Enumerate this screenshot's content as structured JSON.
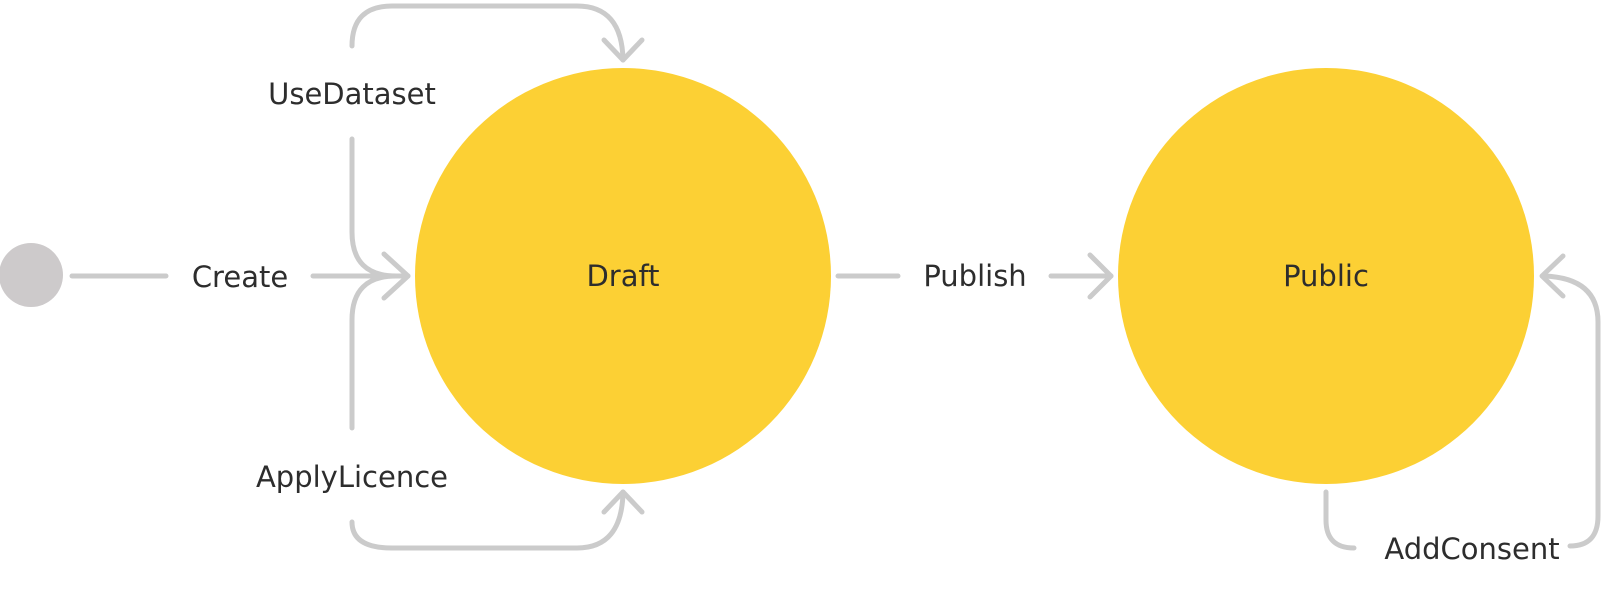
{
  "colors": {
    "state_fill": "#fcd034",
    "initial_node": "#cdcacb",
    "edge_stroke": "#cbcbcb",
    "text": "#2d2d2d"
  },
  "states": {
    "draft": "Draft",
    "public": "Public"
  },
  "transitions": {
    "create": "Create",
    "use_dataset": "UseDataset",
    "apply_licence": "ApplyLicence",
    "publish": "Publish",
    "add_consent": "AddConsent"
  }
}
